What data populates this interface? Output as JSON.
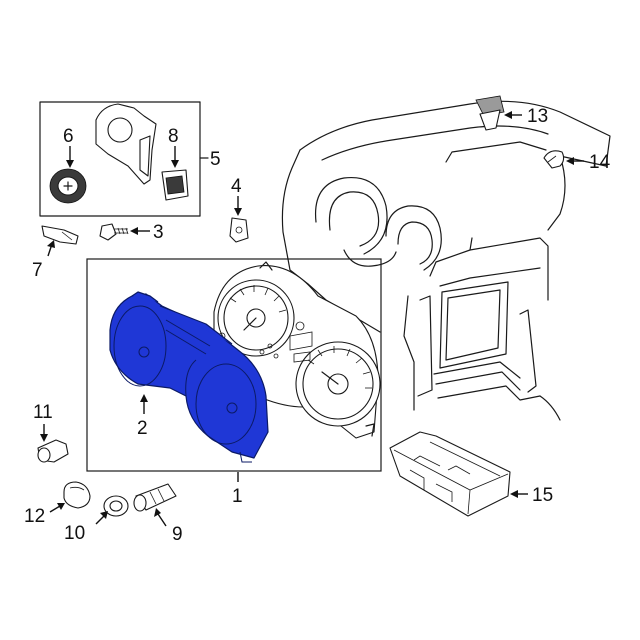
{
  "colors": {
    "highlight": "#1f37d6",
    "line": "#1a1a1a",
    "background": "#ffffff"
  },
  "callouts": [
    {
      "id": "1",
      "label": "1"
    },
    {
      "id": "2",
      "label": "2"
    },
    {
      "id": "3",
      "label": "3"
    },
    {
      "id": "4",
      "label": "4"
    },
    {
      "id": "5",
      "label": "5"
    },
    {
      "id": "6",
      "label": "6"
    },
    {
      "id": "7",
      "label": "7"
    },
    {
      "id": "8",
      "label": "8"
    },
    {
      "id": "9",
      "label": "9"
    },
    {
      "id": "10",
      "label": "10"
    },
    {
      "id": "11",
      "label": "11"
    },
    {
      "id": "12",
      "label": "12"
    },
    {
      "id": "13",
      "label": "13"
    },
    {
      "id": "14",
      "label": "14"
    },
    {
      "id": "15",
      "label": "15"
    }
  ],
  "highlighted_part": "2"
}
